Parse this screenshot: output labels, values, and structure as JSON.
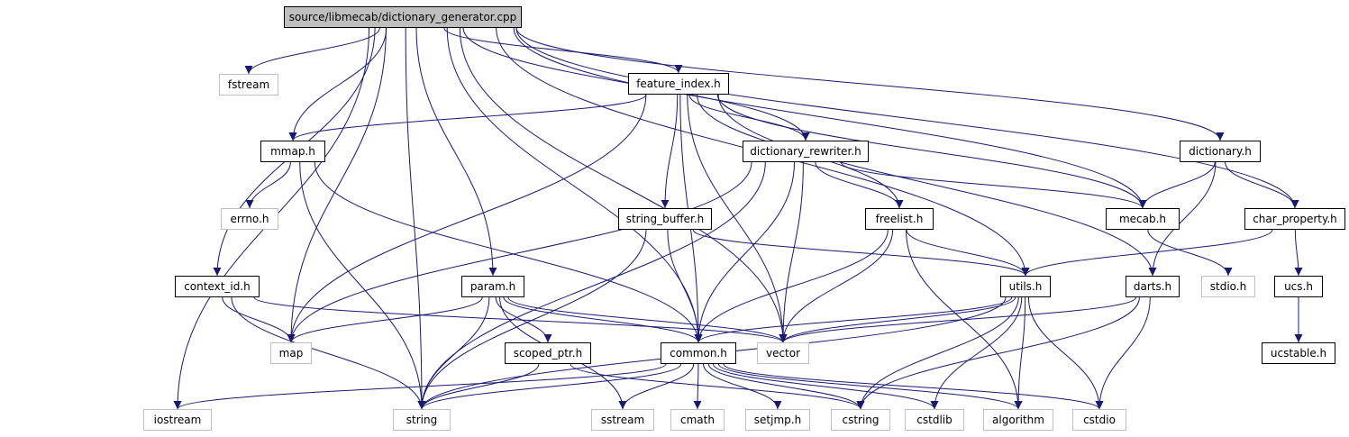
{
  "colors": {
    "edge": "#191970",
    "node_border": "#000000",
    "system_border": "#bfbfbf",
    "root_fill": "#bfbfbf"
  },
  "nodes": {
    "root": "source/libmecab/dictionary_generator.cpp",
    "fstream": "fstream",
    "feature_index": "feature_index.h",
    "mmap": "mmap.h",
    "dictionary_rewriter": "dictionary_rewriter.h",
    "dictionary": "dictionary.h",
    "errno": "errno.h",
    "string_buffer": "string_buffer.h",
    "freelist": "freelist.h",
    "mecab": "mecab.h",
    "char_property": "char_property.h",
    "context_id": "context_id.h",
    "param": "param.h",
    "utils": "utils.h",
    "darts": "darts.h",
    "stdio": "stdio.h",
    "ucs": "ucs.h",
    "map": "map",
    "common": "common.h",
    "vector": "vector",
    "scoped_ptr": "scoped_ptr.h",
    "ucstable": "ucstable.h",
    "iostream": "iostream",
    "string": "string",
    "sstream": "sstream",
    "cmath": "cmath",
    "setjmp": "setjmp.h",
    "cstring": "cstring",
    "cstdlib": "cstdlib",
    "algorithm": "algorithm",
    "cstdio": "cstdio"
  },
  "edges": [
    [
      "root",
      "fstream"
    ],
    [
      "root",
      "feature_index"
    ],
    [
      "root",
      "mmap"
    ],
    [
      "root",
      "dictionary_rewriter"
    ],
    [
      "root",
      "dictionary"
    ],
    [
      "root",
      "mecab"
    ],
    [
      "root",
      "char_property"
    ],
    [
      "root",
      "context_id"
    ],
    [
      "root",
      "param"
    ],
    [
      "root",
      "utils"
    ],
    [
      "root",
      "map"
    ],
    [
      "root",
      "common"
    ],
    [
      "root",
      "vector"
    ],
    [
      "root",
      "iostream"
    ],
    [
      "root",
      "string"
    ],
    [
      "feature_index",
      "mmap"
    ],
    [
      "feature_index",
      "dictionary_rewriter"
    ],
    [
      "feature_index",
      "string_buffer"
    ],
    [
      "feature_index",
      "freelist"
    ],
    [
      "feature_index",
      "mecab"
    ],
    [
      "feature_index",
      "darts"
    ],
    [
      "feature_index",
      "map"
    ],
    [
      "feature_index",
      "common"
    ],
    [
      "feature_index",
      "vector"
    ],
    [
      "mmap",
      "errno"
    ],
    [
      "mmap",
      "string"
    ],
    [
      "mmap",
      "common"
    ],
    [
      "dictionary_rewriter",
      "freelist"
    ],
    [
      "dictionary_rewriter",
      "mecab"
    ],
    [
      "dictionary_rewriter",
      "map"
    ],
    [
      "dictionary_rewriter",
      "common"
    ],
    [
      "dictionary_rewriter",
      "vector"
    ],
    [
      "dictionary_rewriter",
      "string"
    ],
    [
      "dictionary",
      "mecab"
    ],
    [
      "dictionary",
      "char_property"
    ],
    [
      "dictionary",
      "darts"
    ],
    [
      "string_buffer",
      "utils"
    ],
    [
      "string_buffer",
      "common"
    ],
    [
      "string_buffer",
      "string"
    ],
    [
      "freelist",
      "utils"
    ],
    [
      "freelist",
      "common"
    ],
    [
      "freelist",
      "vector"
    ],
    [
      "freelist",
      "algorithm"
    ],
    [
      "mecab",
      "stdio"
    ],
    [
      "char_property",
      "utils"
    ],
    [
      "char_property",
      "ucs"
    ],
    [
      "context_id",
      "map"
    ],
    [
      "context_id",
      "vector"
    ],
    [
      "context_id",
      "string"
    ],
    [
      "param",
      "map"
    ],
    [
      "param",
      "common"
    ],
    [
      "param",
      "scoped_ptr"
    ],
    [
      "param",
      "sstream"
    ],
    [
      "param",
      "string"
    ],
    [
      "param",
      "vector"
    ],
    [
      "utils",
      "common"
    ],
    [
      "utils",
      "vector"
    ],
    [
      "utils",
      "string"
    ],
    [
      "utils",
      "cstring"
    ],
    [
      "utils",
      "cstdlib"
    ],
    [
      "utils",
      "algorithm"
    ],
    [
      "utils",
      "cstdio"
    ],
    [
      "darts",
      "vector"
    ],
    [
      "darts",
      "cstring"
    ],
    [
      "darts",
      "cstdio"
    ],
    [
      "ucs",
      "ucstable"
    ],
    [
      "common",
      "iostream"
    ],
    [
      "common",
      "string"
    ],
    [
      "common",
      "sstream"
    ],
    [
      "common",
      "cmath"
    ],
    [
      "common",
      "setjmp"
    ],
    [
      "common",
      "cstring"
    ],
    [
      "common",
      "cstdlib"
    ],
    [
      "common",
      "algorithm"
    ],
    [
      "common",
      "cstdio"
    ],
    [
      "scoped_ptr",
      "string"
    ],
    [
      "scoped_ptr",
      "cstring"
    ]
  ]
}
